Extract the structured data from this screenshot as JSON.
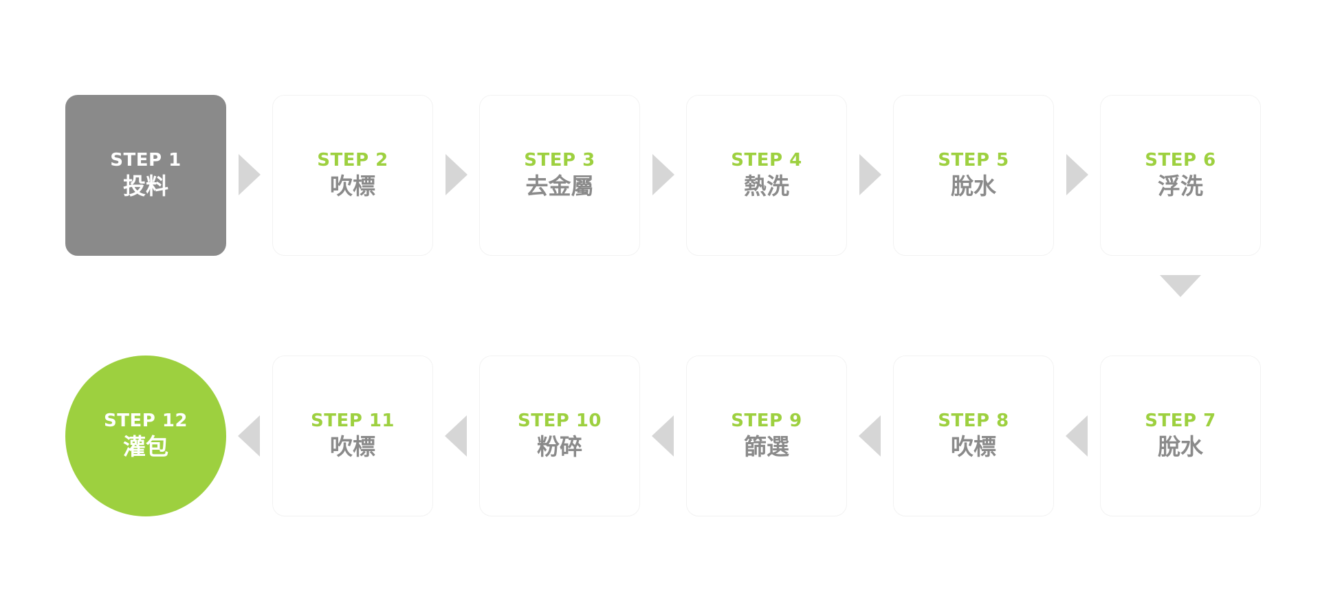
{
  "colors": {
    "accent": "#9dd03f",
    "text_gray": "#8a8a8a",
    "active_bg": "#8a8a8a",
    "arrow": "#d6d6d6",
    "white": "#ffffff"
  },
  "steps": [
    {
      "label": "STEP 1",
      "name": "投料",
      "state": "active"
    },
    {
      "label": "STEP 2",
      "name": "吹標",
      "state": "normal"
    },
    {
      "label": "STEP 3",
      "name": "去金屬",
      "state": "normal"
    },
    {
      "label": "STEP 4",
      "name": "熱洗",
      "state": "normal"
    },
    {
      "label": "STEP 5",
      "name": "脫水",
      "state": "normal"
    },
    {
      "label": "STEP 6",
      "name": "浮洗",
      "state": "normal"
    },
    {
      "label": "STEP 7",
      "name": "脫水",
      "state": "normal"
    },
    {
      "label": "STEP 8",
      "name": "吹標",
      "state": "normal"
    },
    {
      "label": "STEP 9",
      "name": "篩選",
      "state": "normal"
    },
    {
      "label": "STEP 10",
      "name": "粉碎",
      "state": "normal"
    },
    {
      "label": "STEP 11",
      "name": "吹標",
      "state": "normal"
    },
    {
      "label": "STEP 12",
      "name": "灌包",
      "state": "final"
    }
  ],
  "arrows": [
    {
      "direction": "right",
      "icon": "arrow-right-icon"
    },
    {
      "direction": "right",
      "icon": "arrow-right-icon"
    },
    {
      "direction": "right",
      "icon": "arrow-right-icon"
    },
    {
      "direction": "right",
      "icon": "arrow-right-icon"
    },
    {
      "direction": "right",
      "icon": "arrow-right-icon"
    },
    {
      "direction": "down",
      "icon": "arrow-down-icon"
    },
    {
      "direction": "left",
      "icon": "arrow-left-icon"
    },
    {
      "direction": "left",
      "icon": "arrow-left-icon"
    },
    {
      "direction": "left",
      "icon": "arrow-left-icon"
    },
    {
      "direction": "left",
      "icon": "arrow-left-icon"
    },
    {
      "direction": "left",
      "icon": "arrow-left-icon"
    }
  ]
}
